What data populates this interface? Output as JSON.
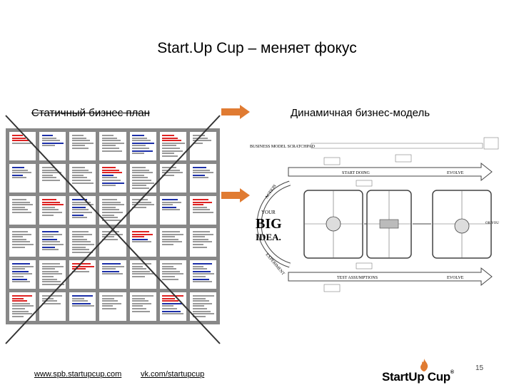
{
  "slide": {
    "title": "Start.Up Cup – меняет фокус",
    "left_label": "Статичный бизнес план",
    "right_label": "Динамичная бизнес-модель",
    "page_number": "15",
    "accent_color": "#e07b32"
  },
  "canvas": {
    "header": "BUSINESS MODEL SCRATCHPAD",
    "start_doing": "START DOING",
    "evolve_top": "EVOLVE",
    "test_assumptions": "TEST ASSUMPTIONS",
    "evolve_bottom": "EVOLVE",
    "action": "ACTION",
    "your": "YOUR",
    "big": "BIG",
    "idea": "IDEA.",
    "experiment": "EXPERIMENT",
    "or_you": "OR YOU"
  },
  "footer": {
    "link1": "www.spb.startupcup.com",
    "link2": "vk.com/startupcup",
    "logo_text": "StartUp Cup",
    "logo_tm": "®"
  }
}
